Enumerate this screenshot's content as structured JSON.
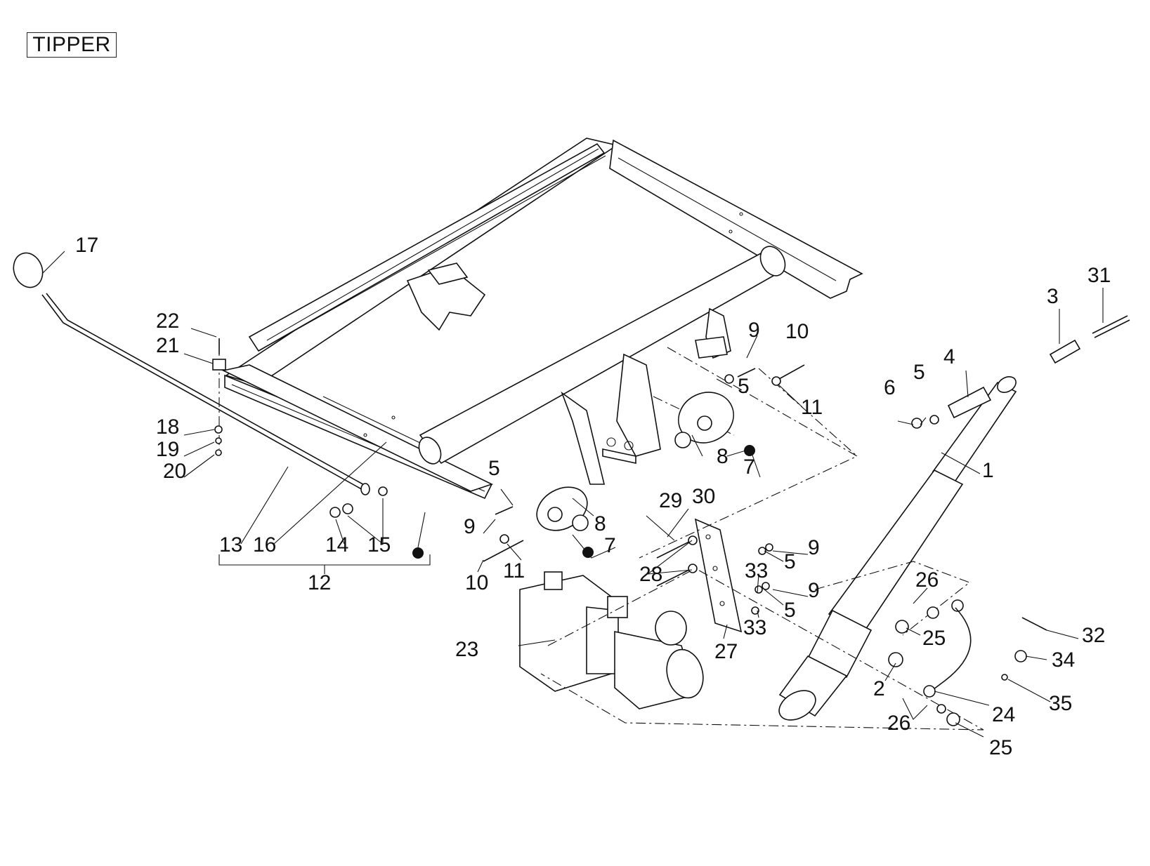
{
  "title": "TIPPER",
  "labels": {
    "l1": "1",
    "l2": "2",
    "l3": "3",
    "l4": "4",
    "l5a": "5",
    "l5b": "5",
    "l5c": "5",
    "l5d": "5",
    "l5e": "5",
    "l6": "6",
    "l7a": "7",
    "l7b": "7",
    "l8a": "8",
    "l8b": "8",
    "l9a": "9",
    "l9b": "9",
    "l9c": "9",
    "l9d": "9",
    "l10a": "10",
    "l10b": "10",
    "l11a": "11",
    "l11b": "11",
    "l12": "12",
    "l13": "13",
    "l14": "14",
    "l15": "15",
    "l16": "16",
    "l17": "17",
    "l18": "18",
    "l19": "19",
    "l20": "20",
    "l21": "21",
    "l22": "22",
    "l23": "23",
    "l24": "24",
    "l25a": "25",
    "l25b": "25",
    "l26a": "26",
    "l26b": "26",
    "l27": "27",
    "l28": "28",
    "l29": "29",
    "l30": "30",
    "l31": "31",
    "l32": "32",
    "l33a": "33",
    "l33b": "33",
    "l34": "34",
    "l35": "35"
  }
}
